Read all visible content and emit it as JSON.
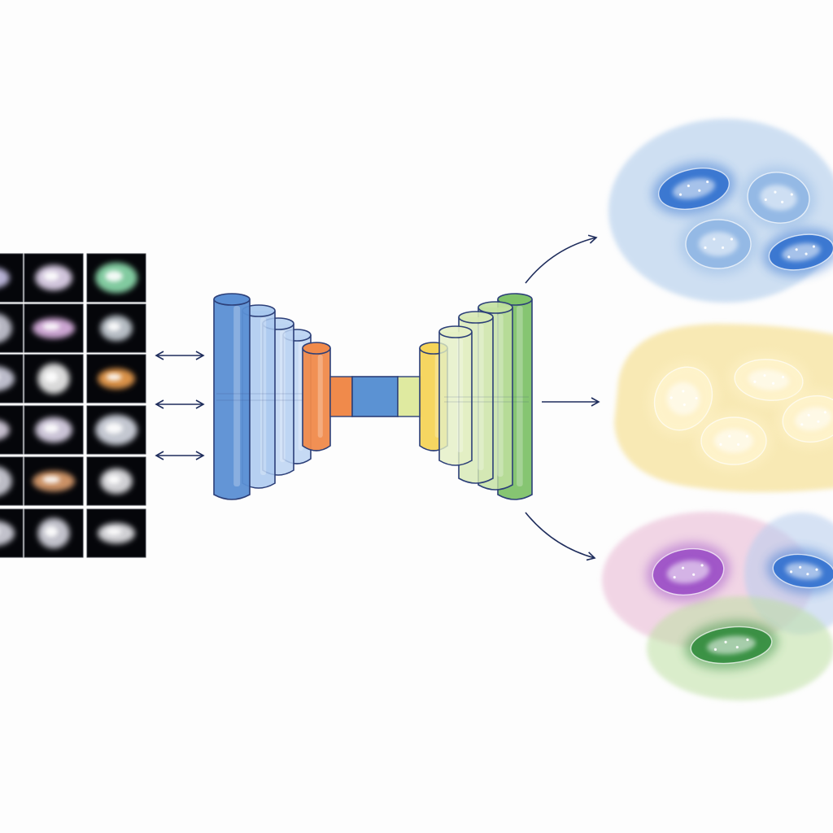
{
  "colors": {
    "arrow": "#1f2d5c",
    "outline": "#2c3f78",
    "panel_bg": "#05060a",
    "encoder": [
      "#5b8fd4",
      "#a9c8ee",
      "#bcd4f2",
      "#bcd4f2"
    ],
    "bottleneck_left": "#f08a4b",
    "bottleneck_right": "#f5d458",
    "link_orange": "#f08a4b",
    "latent": "#5b92d3",
    "link_green": "#dfeaa0",
    "decoder": [
      "#e4efc4",
      "#d6e8b4",
      "#c2e0a0",
      "#7fc26a"
    ],
    "cluster_blue": "#a9c8ea",
    "cluster_yellow": "#f5dc84",
    "cluster_pink": "#e8b6d2",
    "cluster_lightblue": "#b7cdee",
    "cluster_green": "#bfe0a4",
    "cell_blue": "#2f6fcf",
    "cell_paleblue": "#8fb6e4",
    "cell_cream": "#fff4cc",
    "cell_purple": "#9a4cc6",
    "cell_green": "#2e8a3a"
  },
  "diagram": {
    "input_grid": {
      "rows": 6,
      "cols": 3,
      "tints": [
        [
          "#c8c2e8",
          "#e6d9f2",
          "#8fe0b0"
        ],
        [
          "#c9c9d6",
          "#e0b6e6",
          "#c9d0d8"
        ],
        [
          "#d0d0e0",
          "#f0f0f0",
          "#f0a050"
        ],
        [
          "#d8d0e0",
          "#e0d8ec",
          "#d8dce6"
        ],
        [
          "#d0d0da",
          "#e0a070",
          "#e6e6ea"
        ],
        [
          "#d6d6e0",
          "#d6d6e0",
          "#e6e6ea"
        ]
      ]
    },
    "input_arrows": 3,
    "encoder_layers": 4,
    "decoder_layers": 4,
    "output_clusters": [
      {
        "tone": "cluster_blue",
        "cells": [
          "cell_blue",
          "cell_paleblue",
          "cell_paleblue",
          "cell_blue"
        ]
      },
      {
        "tone": "cluster_yellow",
        "cells": [
          "cell_cream",
          "cell_cream",
          "cell_cream",
          "cell_cream"
        ]
      },
      {
        "tone": "cluster_mixed",
        "cells": [
          "cell_purple",
          "cell_blue",
          "cell_green"
        ]
      }
    ]
  }
}
